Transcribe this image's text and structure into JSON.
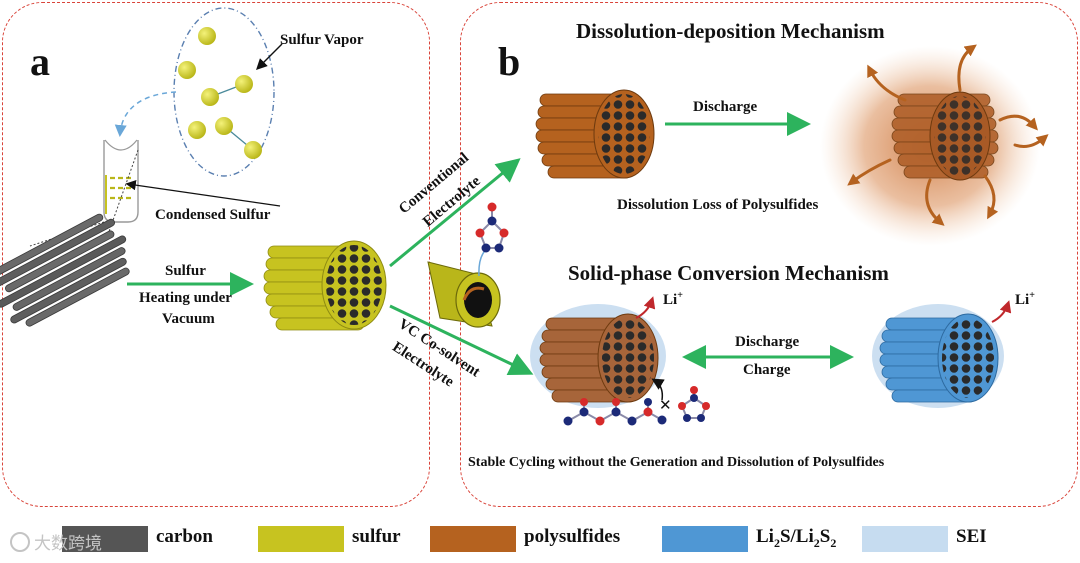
{
  "panel_a": {
    "letter": "a",
    "sulfur_vapor": "Sulfur Vapor",
    "condensed_sulfur": "Condensed Sulfur",
    "process_line1": "Sulfur",
    "process_line2": "Heating under",
    "process_line3": "Vacuum"
  },
  "branch": {
    "conventional_line1": "Conventional",
    "conventional_line2": "Electrolyte",
    "vc_line1": "VC Co-solvent",
    "vc_line2": "Electrolyte"
  },
  "panel_b": {
    "letter": "b",
    "title_top": "Dissolution-deposition Mechanism",
    "discharge_top": "Discharge",
    "dissolution_loss": "Dissolution Loss of Polysulfides",
    "title_bottom": "Solid-phase Conversion Mechanism",
    "discharge": "Discharge",
    "charge": "Charge",
    "li_ion": "Li",
    "li_ion_sup": "+",
    "stable_cycling": "Stable Cycling without the Generation and Dissolution of Polysulfides"
  },
  "legend": [
    {
      "label": "carbon",
      "color": "#555555"
    },
    {
      "label": "sulfur",
      "color": "#c7c320"
    },
    {
      "label": "polysulfides",
      "color": "#b5621f"
    },
    {
      "label_parts": [
        "Li",
        "2",
        "S/Li",
        "2",
        "S",
        "2"
      ],
      "color": "#4f97d4"
    },
    {
      "label": "SEI",
      "color": "#c6dcf0"
    }
  ],
  "watermark": "大数跨境",
  "colors": {
    "panel_border": "#d9443a",
    "arrow_green": "#2db35d",
    "arrow_blue_dashed": "#6aa7d8",
    "li_arrow_red": "#c0282c",
    "molecule_carbon": "#1c2a78",
    "molecule_oxygen": "#d62a2a"
  }
}
